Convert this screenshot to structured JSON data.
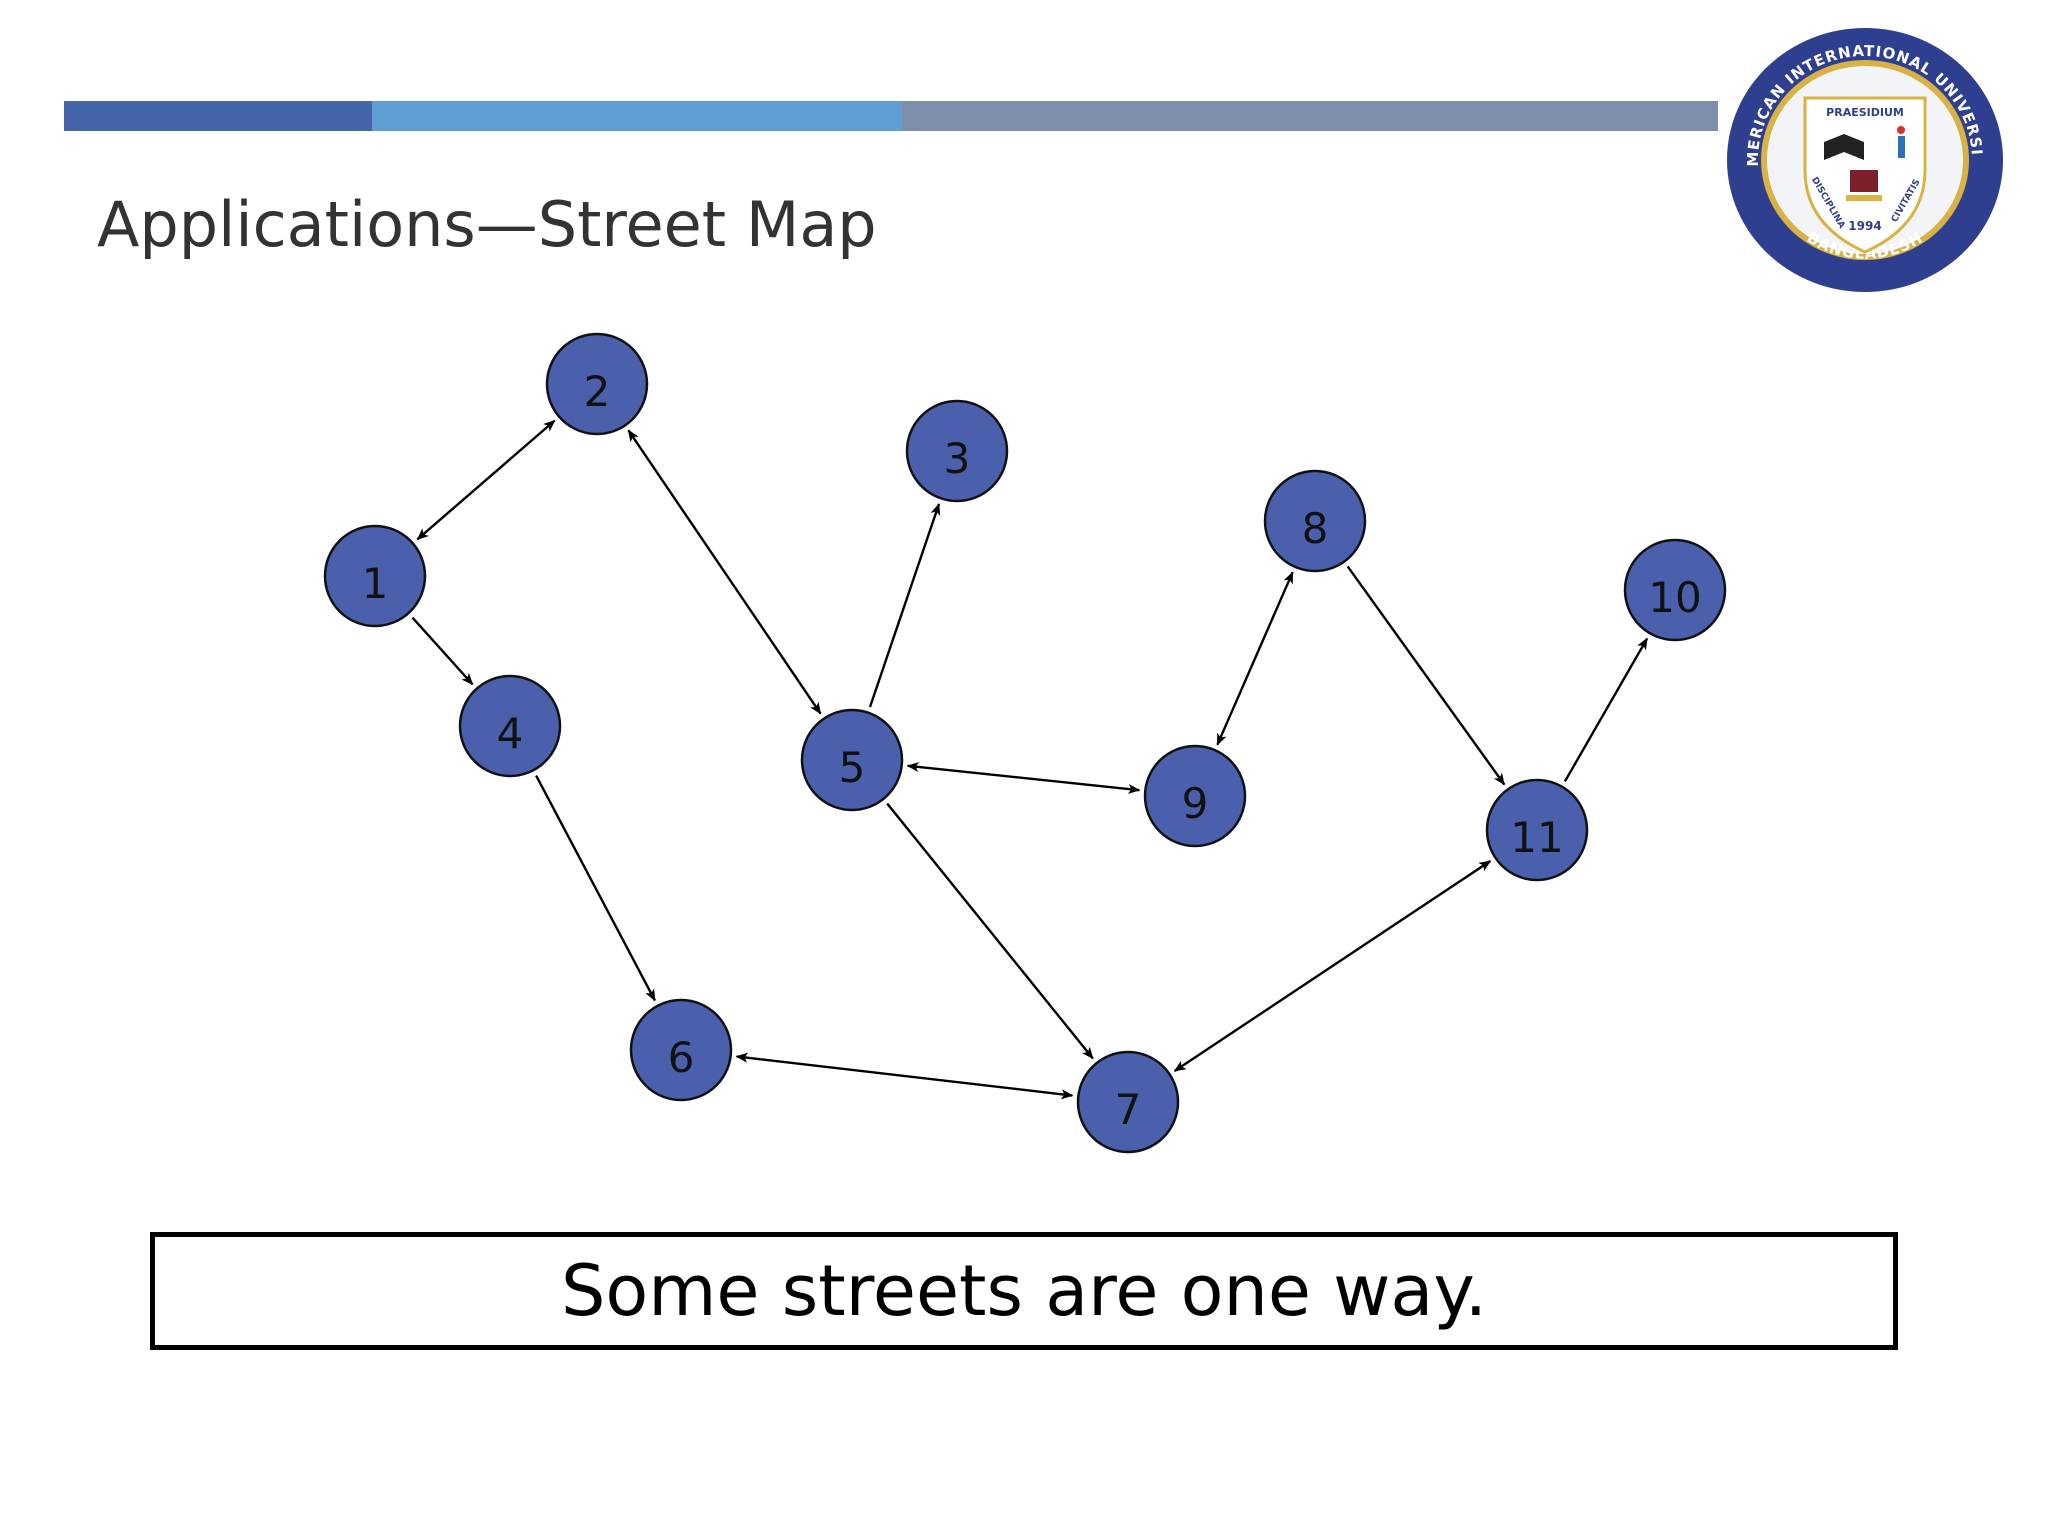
{
  "slide": {
    "title": "Applications—Street Map",
    "caption": "Some streets are one way.",
    "header_bar_colors": [
      "#4564ab",
      "#5f9fd6",
      "#7d8eab"
    ]
  },
  "logo": {
    "name": "american-international-university-seal",
    "ring_text_top": "AMERICAN INTERNATIONAL UNIVERSITY",
    "ring_text_bottom": "BANGLADESH",
    "motto_top": "PRAESIDIUM",
    "motto_left": "DISCIPLINA",
    "motto_right": "CIVITATIS",
    "year": "1994",
    "colors": {
      "ring": "#2e3f8f",
      "shield": "#ffffff",
      "gold": "#d8b243"
    }
  },
  "graph": {
    "node_color": "#4a60ad",
    "nodes": [
      "1",
      "2",
      "3",
      "4",
      "5",
      "6",
      "7",
      "8",
      "9",
      "10",
      "11"
    ],
    "edges": [
      {
        "from": "1",
        "to": "2",
        "directed": false
      },
      {
        "from": "2",
        "to": "5",
        "directed": false
      },
      {
        "from": "1",
        "to": "4",
        "directed": true
      },
      {
        "from": "5",
        "to": "3",
        "directed": true
      },
      {
        "from": "5",
        "to": "9",
        "directed": false
      },
      {
        "from": "9",
        "to": "8",
        "directed": false
      },
      {
        "from": "4",
        "to": "6",
        "directed": true
      },
      {
        "from": "5",
        "to": "7",
        "directed": true
      },
      {
        "from": "6",
        "to": "7",
        "directed": false
      },
      {
        "from": "7",
        "to": "11",
        "directed": false
      },
      {
        "from": "8",
        "to": "11",
        "directed": true
      },
      {
        "from": "11",
        "to": "10",
        "directed": true
      }
    ]
  }
}
